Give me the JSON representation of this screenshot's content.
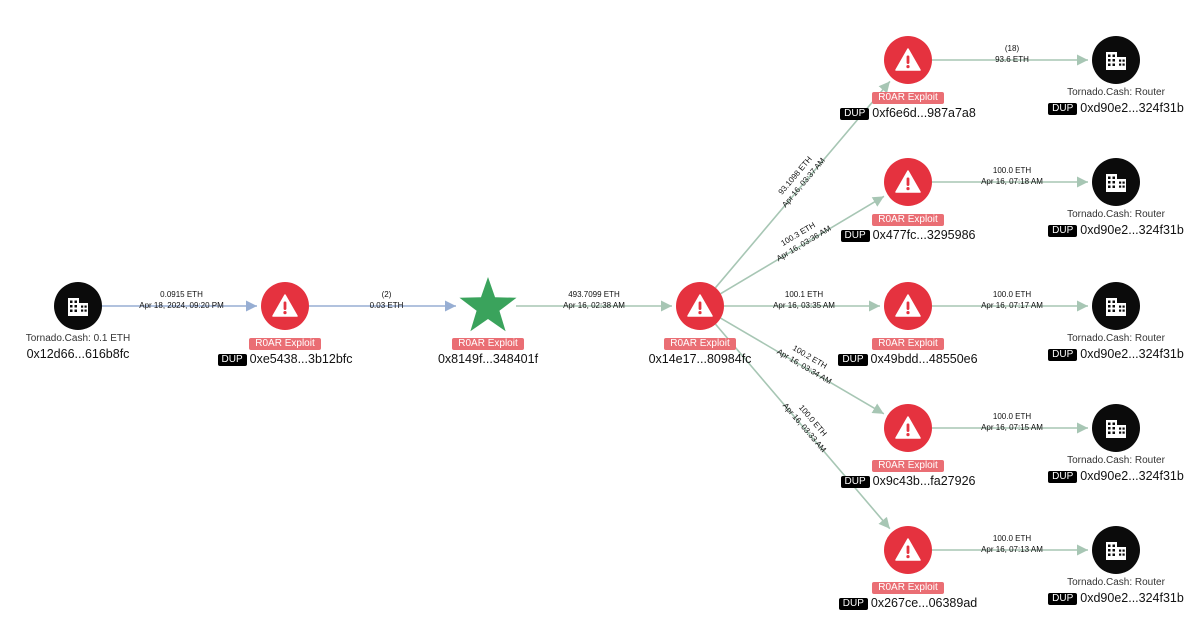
{
  "colors": {
    "exploit": "#e5323f",
    "exploit_tag": "#ea6e74",
    "exchange": "#0b0b0b",
    "origin_star": "#3aa35c",
    "edge_blue": "#97aed3",
    "edge_green": "#a7c6b4"
  },
  "nodes": [
    {
      "id": "n0",
      "kind": "exchange",
      "icon": "building-icon",
      "entity": "Tornado.Cash: 0.1 ETH",
      "address": "0x12d66...616b8fc",
      "dup": false
    },
    {
      "id": "n1",
      "kind": "exploit",
      "icon": "warning-icon",
      "tag": "R0AR Exploit",
      "address": "0xe5438...3b12bfc",
      "dup": true,
      "dup_label": "DUP"
    },
    {
      "id": "n2",
      "kind": "origin",
      "icon": "star-icon",
      "tag": "R0AR Exploit",
      "address": "0x8149f...348401f",
      "dup": false
    },
    {
      "id": "n3",
      "kind": "exploit",
      "icon": "warning-icon",
      "tag": "R0AR Exploit",
      "address": "0x14e17...80984fc",
      "dup": false
    },
    {
      "id": "n4",
      "kind": "exploit",
      "icon": "warning-icon",
      "tag": "R0AR Exploit",
      "address": "0xf6e6d...987a7a8",
      "dup": true,
      "dup_label": "DUP"
    },
    {
      "id": "n5",
      "kind": "exploit",
      "icon": "warning-icon",
      "tag": "R0AR Exploit",
      "address": "0x477fc...3295986",
      "dup": true,
      "dup_label": "DUP"
    },
    {
      "id": "n6",
      "kind": "exploit",
      "icon": "warning-icon",
      "tag": "R0AR Exploit",
      "address": "0x49bdd...48550e6",
      "dup": true,
      "dup_label": "DUP"
    },
    {
      "id": "n7",
      "kind": "exploit",
      "icon": "warning-icon",
      "tag": "R0AR Exploit",
      "address": "0x9c43b...fa27926",
      "dup": true,
      "dup_label": "DUP"
    },
    {
      "id": "n8",
      "kind": "exploit",
      "icon": "warning-icon",
      "tag": "R0AR Exploit",
      "address": "0x267ce...06389ad",
      "dup": true,
      "dup_label": "DUP"
    },
    {
      "id": "r1",
      "kind": "exchange",
      "icon": "building-icon",
      "entity": "Tornado.Cash: Router",
      "address": "0xd90e2...324f31b",
      "dup": true,
      "dup_label": "DUP"
    },
    {
      "id": "r2",
      "kind": "exchange",
      "icon": "building-icon",
      "entity": "Tornado.Cash: Router",
      "address": "0xd90e2...324f31b",
      "dup": true,
      "dup_label": "DUP"
    },
    {
      "id": "r3",
      "kind": "exchange",
      "icon": "building-icon",
      "entity": "Tornado.Cash: Router",
      "address": "0xd90e2...324f31b",
      "dup": true,
      "dup_label": "DUP"
    },
    {
      "id": "r4",
      "kind": "exchange",
      "icon": "building-icon",
      "entity": "Tornado.Cash: Router",
      "address": "0xd90e2...324f31b",
      "dup": true,
      "dup_label": "DUP"
    },
    {
      "id": "r5",
      "kind": "exchange",
      "icon": "building-icon",
      "entity": "Tornado.Cash: Router",
      "address": "0xd90e2...324f31b",
      "dup": true,
      "dup_label": "DUP"
    }
  ],
  "edges": [
    {
      "from": "n0",
      "to": "n1",
      "color": "blue",
      "line1": "0.0915 ETH",
      "line2": "Apr 18, 2024, 09:20 PM"
    },
    {
      "from": "n1",
      "to": "n2",
      "color": "blue",
      "line1": "(2)",
      "line2": "0.03 ETH"
    },
    {
      "from": "n2",
      "to": "n3",
      "color": "green",
      "line1": "493.7099 ETH",
      "line2": "Apr 16, 02:38 AM"
    },
    {
      "from": "n3",
      "to": "n4",
      "color": "green",
      "line1": "93.1098 ETH",
      "line2": "Apr 16, 03:37 AM"
    },
    {
      "from": "n3",
      "to": "n5",
      "color": "green",
      "line1": "100.3 ETH",
      "line2": "Apr 16, 03:36 AM"
    },
    {
      "from": "n3",
      "to": "n6",
      "color": "green",
      "line1": "100.1 ETH",
      "line2": "Apr 16, 03:35 AM"
    },
    {
      "from": "n3",
      "to": "n7",
      "color": "green",
      "line1": "100.2 ETH",
      "line2": "Apr 16, 03:34 AM"
    },
    {
      "from": "n3",
      "to": "n8",
      "color": "green",
      "line1": "100.0 ETH",
      "line2": "Apr 16, 03:33 AM"
    },
    {
      "from": "n4",
      "to": "r1",
      "color": "green",
      "line1": "(18)",
      "line2": "93.6 ETH"
    },
    {
      "from": "n5",
      "to": "r2",
      "color": "green",
      "line1": "100.0 ETH",
      "line2": "Apr 16, 07:18 AM"
    },
    {
      "from": "n6",
      "to": "r3",
      "color": "green",
      "line1": "100.0 ETH",
      "line2": "Apr 16, 07:17 AM"
    },
    {
      "from": "n7",
      "to": "r4",
      "color": "green",
      "line1": "100.0 ETH",
      "line2": "Apr 16, 07:15 AM"
    },
    {
      "from": "n8",
      "to": "r5",
      "color": "green",
      "line1": "100.0 ETH",
      "line2": "Apr 16, 07:13 AM"
    }
  ]
}
